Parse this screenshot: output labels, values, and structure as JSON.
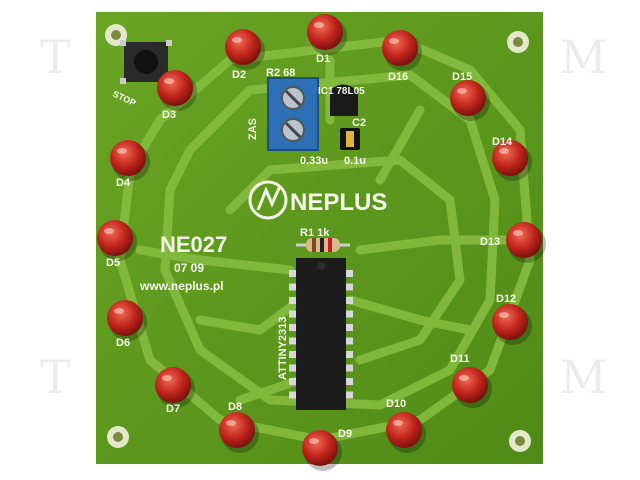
{
  "board": {
    "brand": "NEPLUS",
    "model": "NE027",
    "date": "07 09",
    "website": "www.neplus.pl",
    "chip": "ATTINY2313",
    "button_label": "STOP",
    "connector_label": "ZAS",
    "resistor_r2": "R2 68",
    "resistor_r1": "R1 1k",
    "regulator": "IC1 78L05",
    "cap_c2": "C2",
    "cap_c1_value": "0.33u",
    "cap_c2_value": "0.1u"
  },
  "leds": [
    "D1",
    "D2",
    "D3",
    "D4",
    "D5",
    "D6",
    "D7",
    "D8",
    "D9",
    "D10",
    "D11",
    "D12",
    "D13",
    "D14",
    "D15",
    "D16"
  ],
  "colors": {
    "pcb": "#5f9a1e",
    "trace": "#7fb53a",
    "led": "#c0241c",
    "silkscreen": "#f4f7ea",
    "chip": "#1c1c1c",
    "terminal": "#2d6fb5"
  }
}
